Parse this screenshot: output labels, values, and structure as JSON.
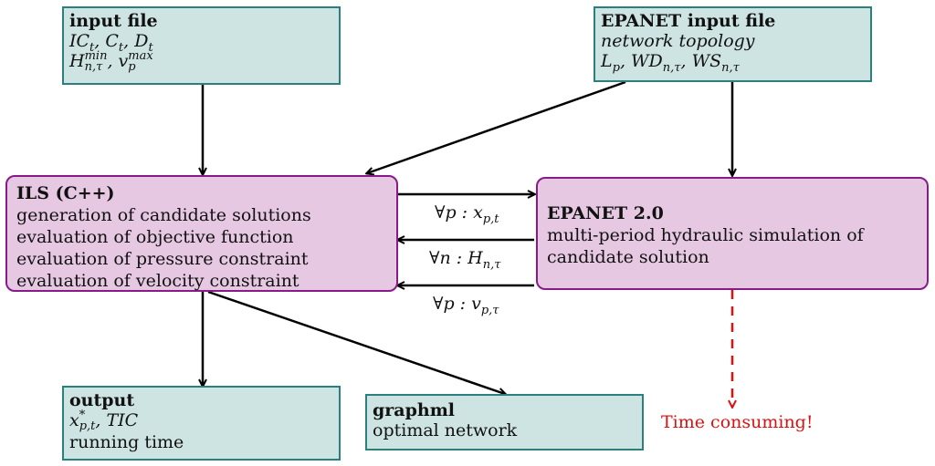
{
  "input_file": {
    "title": "input file",
    "line1": [
      "IC",
      "t",
      ", C",
      "t",
      ", D",
      "t"
    ],
    "line2": [
      "H",
      "n,τ",
      "min",
      ", v",
      "p",
      "max"
    ]
  },
  "epanet_input": {
    "title": "EPANET input file",
    "subtitle": "network topology",
    "line": [
      "L",
      "p",
      ", WD",
      "n,τ",
      ", WS",
      "n,τ"
    ]
  },
  "ils": {
    "title": "ILS (C++)",
    "items": [
      "generation of candidate solutions",
      "evaluation of objective function",
      "evaluation of pressure constraint",
      "evaluation of velocity constraint"
    ]
  },
  "epanet2": {
    "title": "EPANET 2.0",
    "line1": "multi-period hydraulic simulation of",
    "line2": "candidate solution"
  },
  "edges": {
    "x": [
      "∀p : x",
      "p,t"
    ],
    "h": [
      "∀n : H",
      "n,τ"
    ],
    "v": [
      "∀p : v",
      "p,τ"
    ]
  },
  "output": {
    "title": "output",
    "line1": [
      "x",
      "p,t",
      "*",
      ", TIC"
    ],
    "line2": "running time"
  },
  "graphml": {
    "title": "graphml",
    "line": "optimal network"
  },
  "note": "Time consuming!",
  "colors": {
    "data_box": "#cde4e2",
    "process_box": "#e6c8e2",
    "note": "#e01010"
  }
}
